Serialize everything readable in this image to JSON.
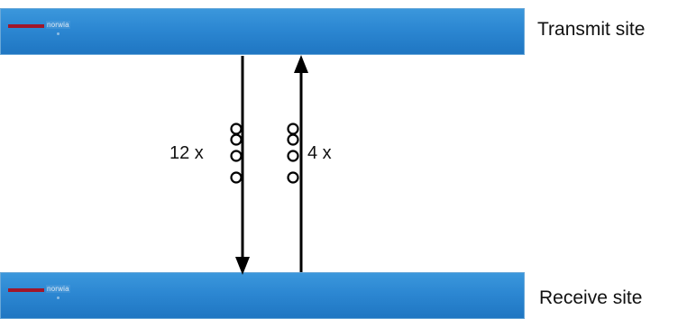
{
  "devices": {
    "top": {
      "brand": "norwia"
    },
    "bottom": {
      "brand": "norwia"
    }
  },
  "sites": {
    "transmit_label": "Transmit site",
    "receive_label": "Receive site"
  },
  "links": {
    "down_count": "12 x",
    "up_count": "4 x"
  },
  "colors": {
    "device_blue": "#2c87d2",
    "brand_red": "#a0162a",
    "line": "#000000"
  }
}
